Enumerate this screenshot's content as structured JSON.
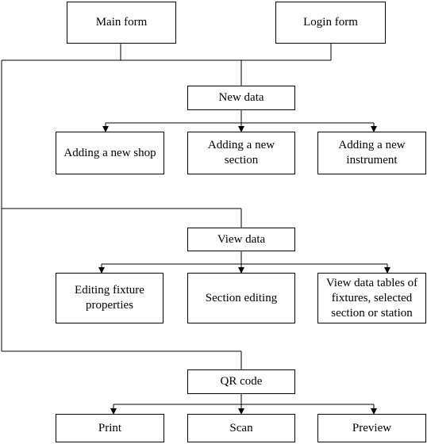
{
  "nodes": {
    "main_form": "Main form",
    "login_form": "Login form",
    "new_data": "New data",
    "add_shop": "Adding a new shop",
    "add_section": "Adding a new\nsection",
    "add_instrument": "Adding a new\ninstrument",
    "view_data": "View data",
    "edit_fixture": "Editing fixture\nproperties",
    "section_editing": "Section editing",
    "view_tables": "View data tables of\nfixtures, selected\nsection or station",
    "qr_code": "QR code",
    "print": "Print",
    "scan": "Scan",
    "preview": "Preview"
  },
  "colors": {
    "line": "#000000",
    "box_border": "#000000",
    "background": "#ffffff"
  }
}
